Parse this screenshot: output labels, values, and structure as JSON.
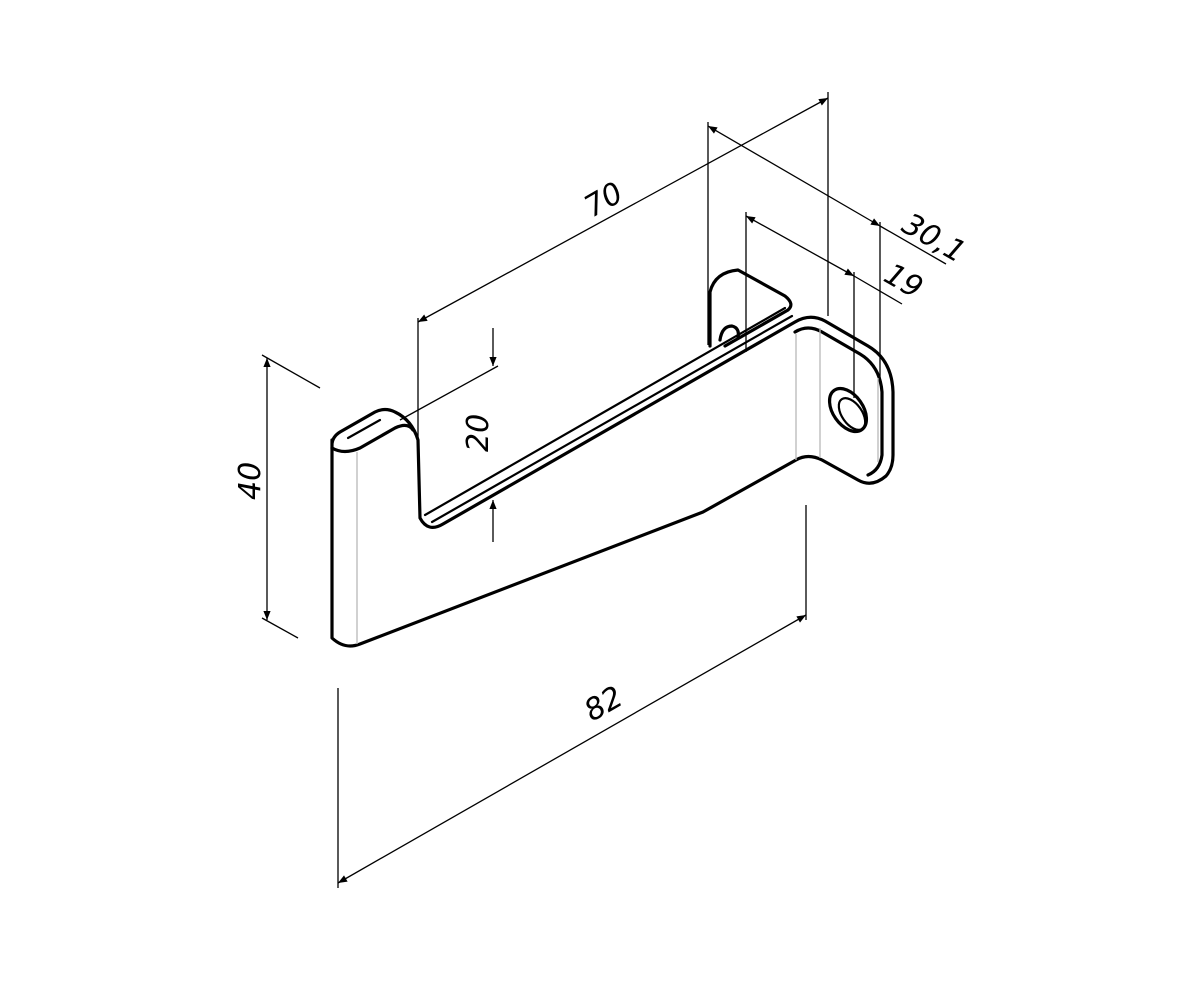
{
  "drawing": {
    "title": "Wall bracket isometric drawing",
    "dimensions": {
      "length_top": "70",
      "tab_width": "30,1",
      "hole_offset": "19",
      "hook_depth": "20",
      "height": "40",
      "length_bottom": "82"
    }
  }
}
